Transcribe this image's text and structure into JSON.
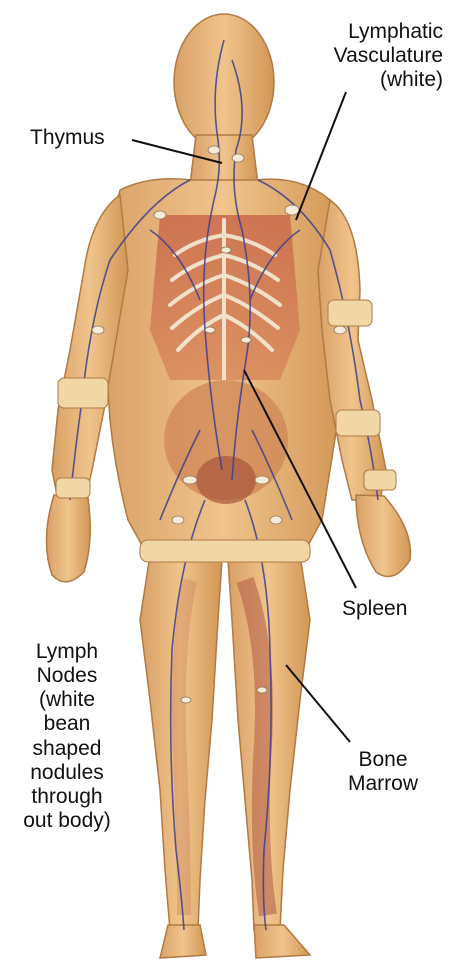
{
  "figure": {
    "labels": {
      "thymus": "Thymus",
      "lymphatic_vasculature": [
        "Lymphatic",
        "Vasculature",
        "(white)"
      ],
      "spleen": "Spleen",
      "bone_marrow": [
        "Bone",
        "Marrow"
      ],
      "lymph_nodes": [
        "Lymph",
        "Nodes",
        "(white",
        "bean",
        "shaped",
        "nodules",
        "through",
        "out body)"
      ]
    },
    "colors": {
      "skin": "#e9b97b",
      "skin_shadow": "#c98a4e",
      "muscle": "#c4614a",
      "vessel_blue": "#3b3f8f",
      "lymph_white": "#f4ecd8",
      "label_text": "#111111",
      "leader_line": "#111111"
    }
  }
}
